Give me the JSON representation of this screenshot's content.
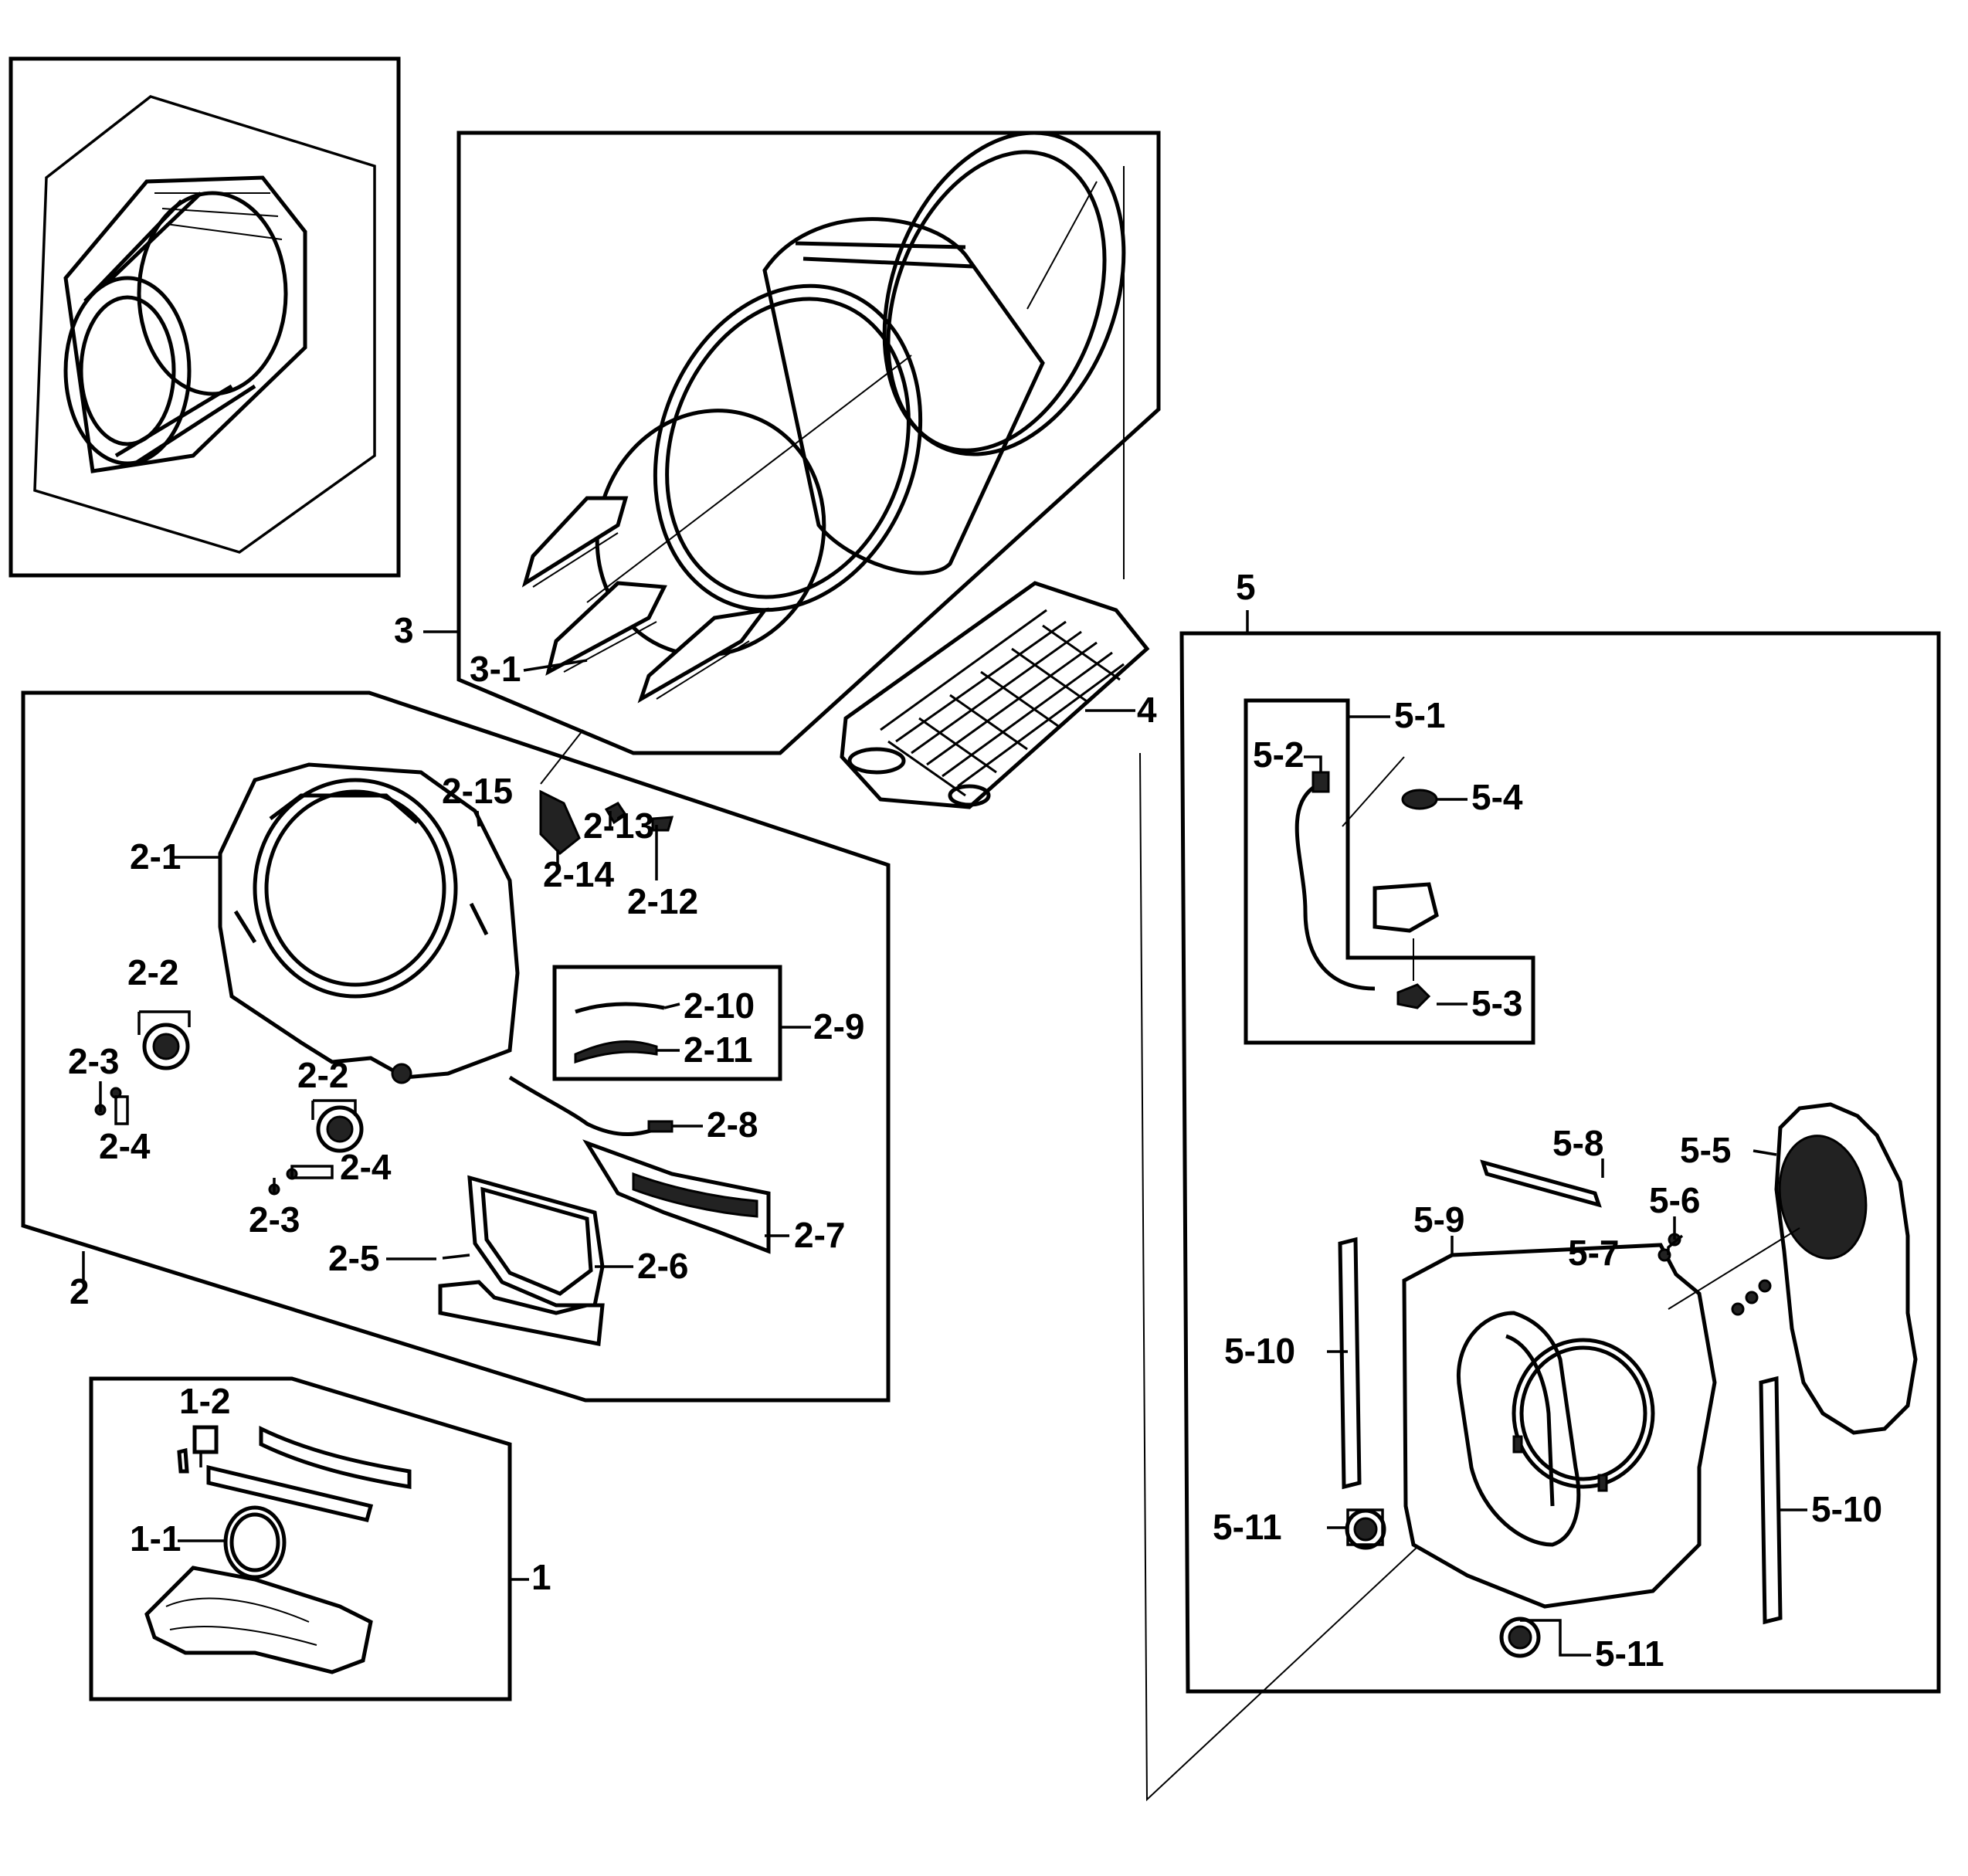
{
  "labels": {
    "l1": "1",
    "l1_1": "1-1",
    "l1_2": "1-2",
    "l2": "2",
    "l2_1": "2-1",
    "l2_2a": "2-2",
    "l2_2b": "2-2",
    "l2_3a": "2-3",
    "l2_3b": "2-3",
    "l2_4a": "2-4",
    "l2_4b": "2-4",
    "l2_5": "2-5",
    "l2_6": "2-6",
    "l2_7": "2-7",
    "l2_8": "2-8",
    "l2_9": "2-9",
    "l2_10": "2-10",
    "l2_11": "2-11",
    "l2_12": "2-12",
    "l2_13": "2-13",
    "l2_14": "2-14",
    "l2_15": "2-15",
    "l3": "3",
    "l3_1": "3-1",
    "l4": "4",
    "l5": "5",
    "l5_1": "5-1",
    "l5_2": "5-2",
    "l5_3": "5-3",
    "l5_4": "5-4",
    "l5_5": "5-5",
    "l5_6": "5-6",
    "l5_7": "5-7",
    "l5_8": "5-8",
    "l5_9": "5-9",
    "l5_10a": "5-10",
    "l5_10b": "5-10",
    "l5_11a": "5-11",
    "l5_11b": "5-11"
  }
}
